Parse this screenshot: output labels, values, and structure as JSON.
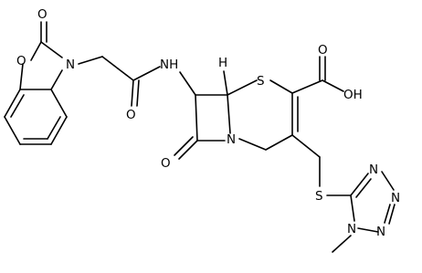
{
  "atoms": {
    "o_benzoxazolone_carbonyl": "O",
    "o_benzoxazolone_ring": "O",
    "n_benzoxazolone": "N",
    "nh_amide": "NH",
    "o_amide": "O",
    "h_stereo": "H",
    "s_thiazine": "S",
    "oh_acid": "OH",
    "o_acid": "O",
    "n_lactam": "N",
    "o_lactam": "O",
    "s_thioether": "S",
    "n_tetrazole_1": "N",
    "n_tetrazole_2": "N",
    "n_tetrazole_3": "N",
    "n_tetrazole_4": "N"
  }
}
